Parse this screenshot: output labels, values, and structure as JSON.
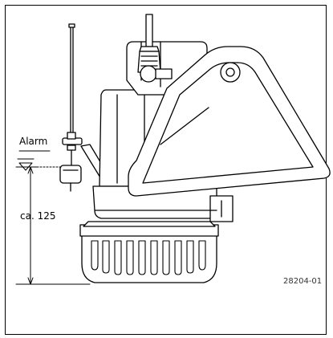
{
  "labels": {
    "alarm": "Alarm",
    "dimension": "ca. 125",
    "reference": "28204-01"
  }
}
